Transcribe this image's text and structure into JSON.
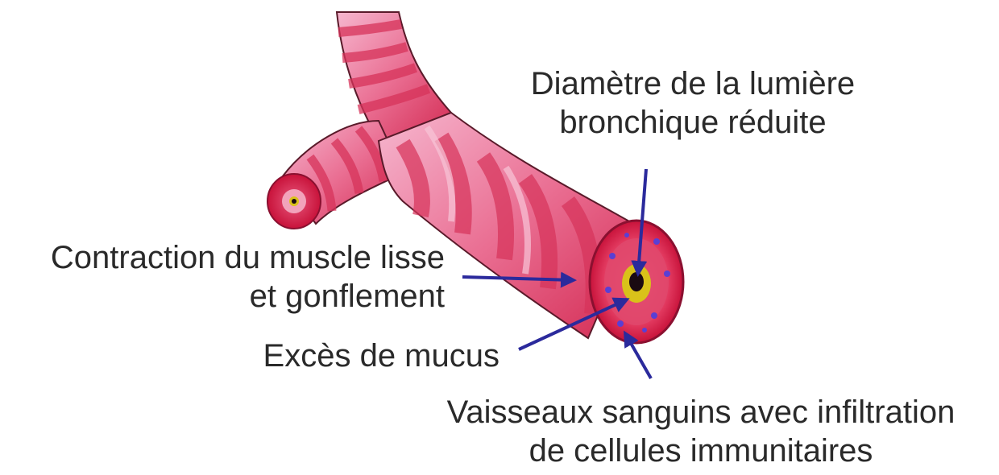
{
  "labels": {
    "lumen": {
      "line1": "Diamètre de la lumière",
      "line2": "bronchique réduite"
    },
    "muscle": {
      "line1": "Contraction du muscle lisse",
      "line2": "et gonflement"
    },
    "mucus": {
      "line1": "Excès de mucus"
    },
    "vessels": {
      "line1": "Vaisseaux sanguins avec infiltration",
      "line2": "de cellules immunitaires"
    }
  },
  "colors": {
    "tissue_light": "#f29fbf",
    "tissue_mid": "#e8587d",
    "tissue_dark": "#c8123a",
    "mucus": "#d9c21a",
    "lumen": "#1a0a12",
    "arrow": "#2b2a9c",
    "immune_cell": "#5a3fd4"
  }
}
